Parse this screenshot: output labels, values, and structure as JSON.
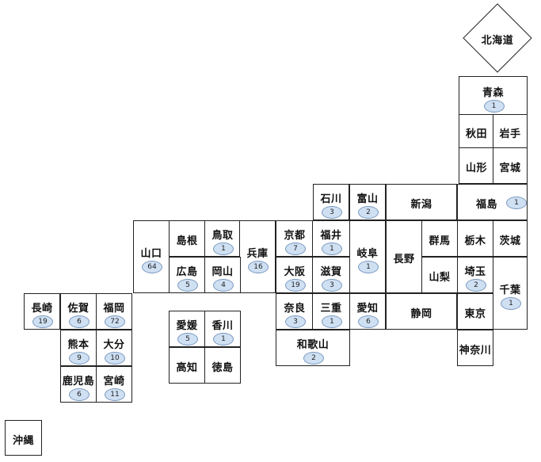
{
  "map": {
    "hokkaido": {
      "name": "北海道"
    },
    "okinawa": {
      "name": "沖縄"
    },
    "prefectures": [
      {
        "id": "aomori",
        "name": "青森",
        "count": "1"
      },
      {
        "id": "akita",
        "name": "秋田"
      },
      {
        "id": "iwate",
        "name": "岩手"
      },
      {
        "id": "yamagata",
        "name": "山形"
      },
      {
        "id": "miyagi",
        "name": "宮城"
      },
      {
        "id": "ishikawa",
        "name": "石川",
        "count": "3"
      },
      {
        "id": "toyama",
        "name": "富山",
        "count": "2"
      },
      {
        "id": "niigata",
        "name": "新潟"
      },
      {
        "id": "fukushima",
        "name": "福島",
        "count": "1"
      },
      {
        "id": "yamaguchi",
        "name": "山口",
        "count": "64"
      },
      {
        "id": "shimane",
        "name": "島根"
      },
      {
        "id": "tottori",
        "name": "鳥取",
        "count": "1"
      },
      {
        "id": "hyogo",
        "name": "兵庫",
        "count": "16"
      },
      {
        "id": "kyoto",
        "name": "京都",
        "count": "7"
      },
      {
        "id": "fukui",
        "name": "福井",
        "count": "1"
      },
      {
        "id": "gifu",
        "name": "岐阜",
        "count": "1"
      },
      {
        "id": "nagano",
        "name": "長野"
      },
      {
        "id": "gunma",
        "name": "群馬"
      },
      {
        "id": "tochigi",
        "name": "栃木"
      },
      {
        "id": "ibaraki",
        "name": "茨城"
      },
      {
        "id": "hiroshima",
        "name": "広島",
        "count": "5"
      },
      {
        "id": "okayama",
        "name": "岡山",
        "count": "4"
      },
      {
        "id": "osaka",
        "name": "大阪",
        "count": "19"
      },
      {
        "id": "shiga",
        "name": "滋賀",
        "count": "3"
      },
      {
        "id": "yamanashi",
        "name": "山梨"
      },
      {
        "id": "saitama",
        "name": "埼玉",
        "count": "2"
      },
      {
        "id": "chiba",
        "name": "千葉",
        "count": "1"
      },
      {
        "id": "nagasaki",
        "name": "長崎",
        "count": "19"
      },
      {
        "id": "saga",
        "name": "佐賀",
        "count": "6"
      },
      {
        "id": "fukuoka",
        "name": "福岡",
        "count": "72"
      },
      {
        "id": "ehime",
        "name": "愛媛",
        "count": "5"
      },
      {
        "id": "kagawa",
        "name": "香川",
        "count": "1"
      },
      {
        "id": "nara",
        "name": "奈良",
        "count": "3"
      },
      {
        "id": "mie",
        "name": "三重",
        "count": "1"
      },
      {
        "id": "aichi",
        "name": "愛知",
        "count": "6"
      },
      {
        "id": "shizuoka",
        "name": "静岡"
      },
      {
        "id": "tokyo",
        "name": "東京"
      },
      {
        "id": "kumamoto",
        "name": "熊本",
        "count": "9"
      },
      {
        "id": "oita",
        "name": "大分",
        "count": "10"
      },
      {
        "id": "kochi",
        "name": "高知"
      },
      {
        "id": "tokushima",
        "name": "徳島"
      },
      {
        "id": "wakayama",
        "name": "和歌山",
        "count": "2"
      },
      {
        "id": "kanagawa",
        "name": "神奈川"
      },
      {
        "id": "kagoshima",
        "name": "鹿児島",
        "count": "6"
      },
      {
        "id": "miyazaki",
        "name": "宮崎",
        "count": "11"
      }
    ]
  }
}
